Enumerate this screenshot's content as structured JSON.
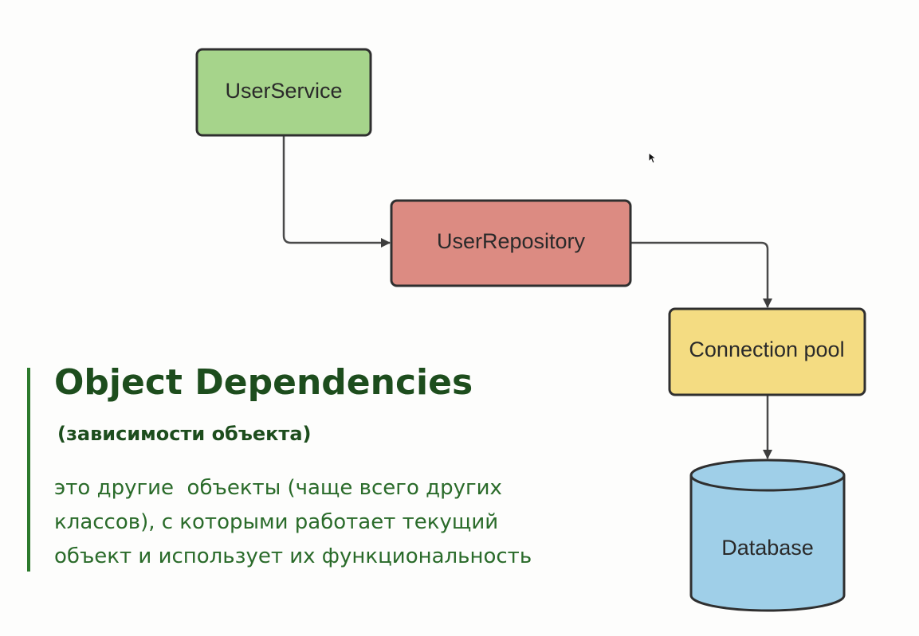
{
  "diagram": {
    "nodes": {
      "user_service": {
        "label": "UserService",
        "fill": "#a6d48b"
      },
      "user_repository": {
        "label": "UserRepository",
        "fill": "#dc8b82"
      },
      "connection_pool": {
        "label": "Connection pool",
        "fill": "#f4dc82"
      },
      "database": {
        "label": "Database",
        "fill": "#9fcfe8"
      }
    },
    "edges": [
      {
        "from": "UserService",
        "to": "UserRepository"
      },
      {
        "from": "UserRepository",
        "to": "Connection pool"
      },
      {
        "from": "Connection pool",
        "to": "Database"
      }
    ]
  },
  "text": {
    "heading": "Object Dependencies",
    "subheading": "(зависимости объекта)",
    "description_lines": [
      "это другие  объекты (чаще всего других",
      "классов), с которыми работает текущий",
      "объект и использует их функциональность"
    ]
  },
  "colors": {
    "accent": "#2c7a2c",
    "heading": "#1d4d1d",
    "body_text": "#2a6b2a"
  }
}
